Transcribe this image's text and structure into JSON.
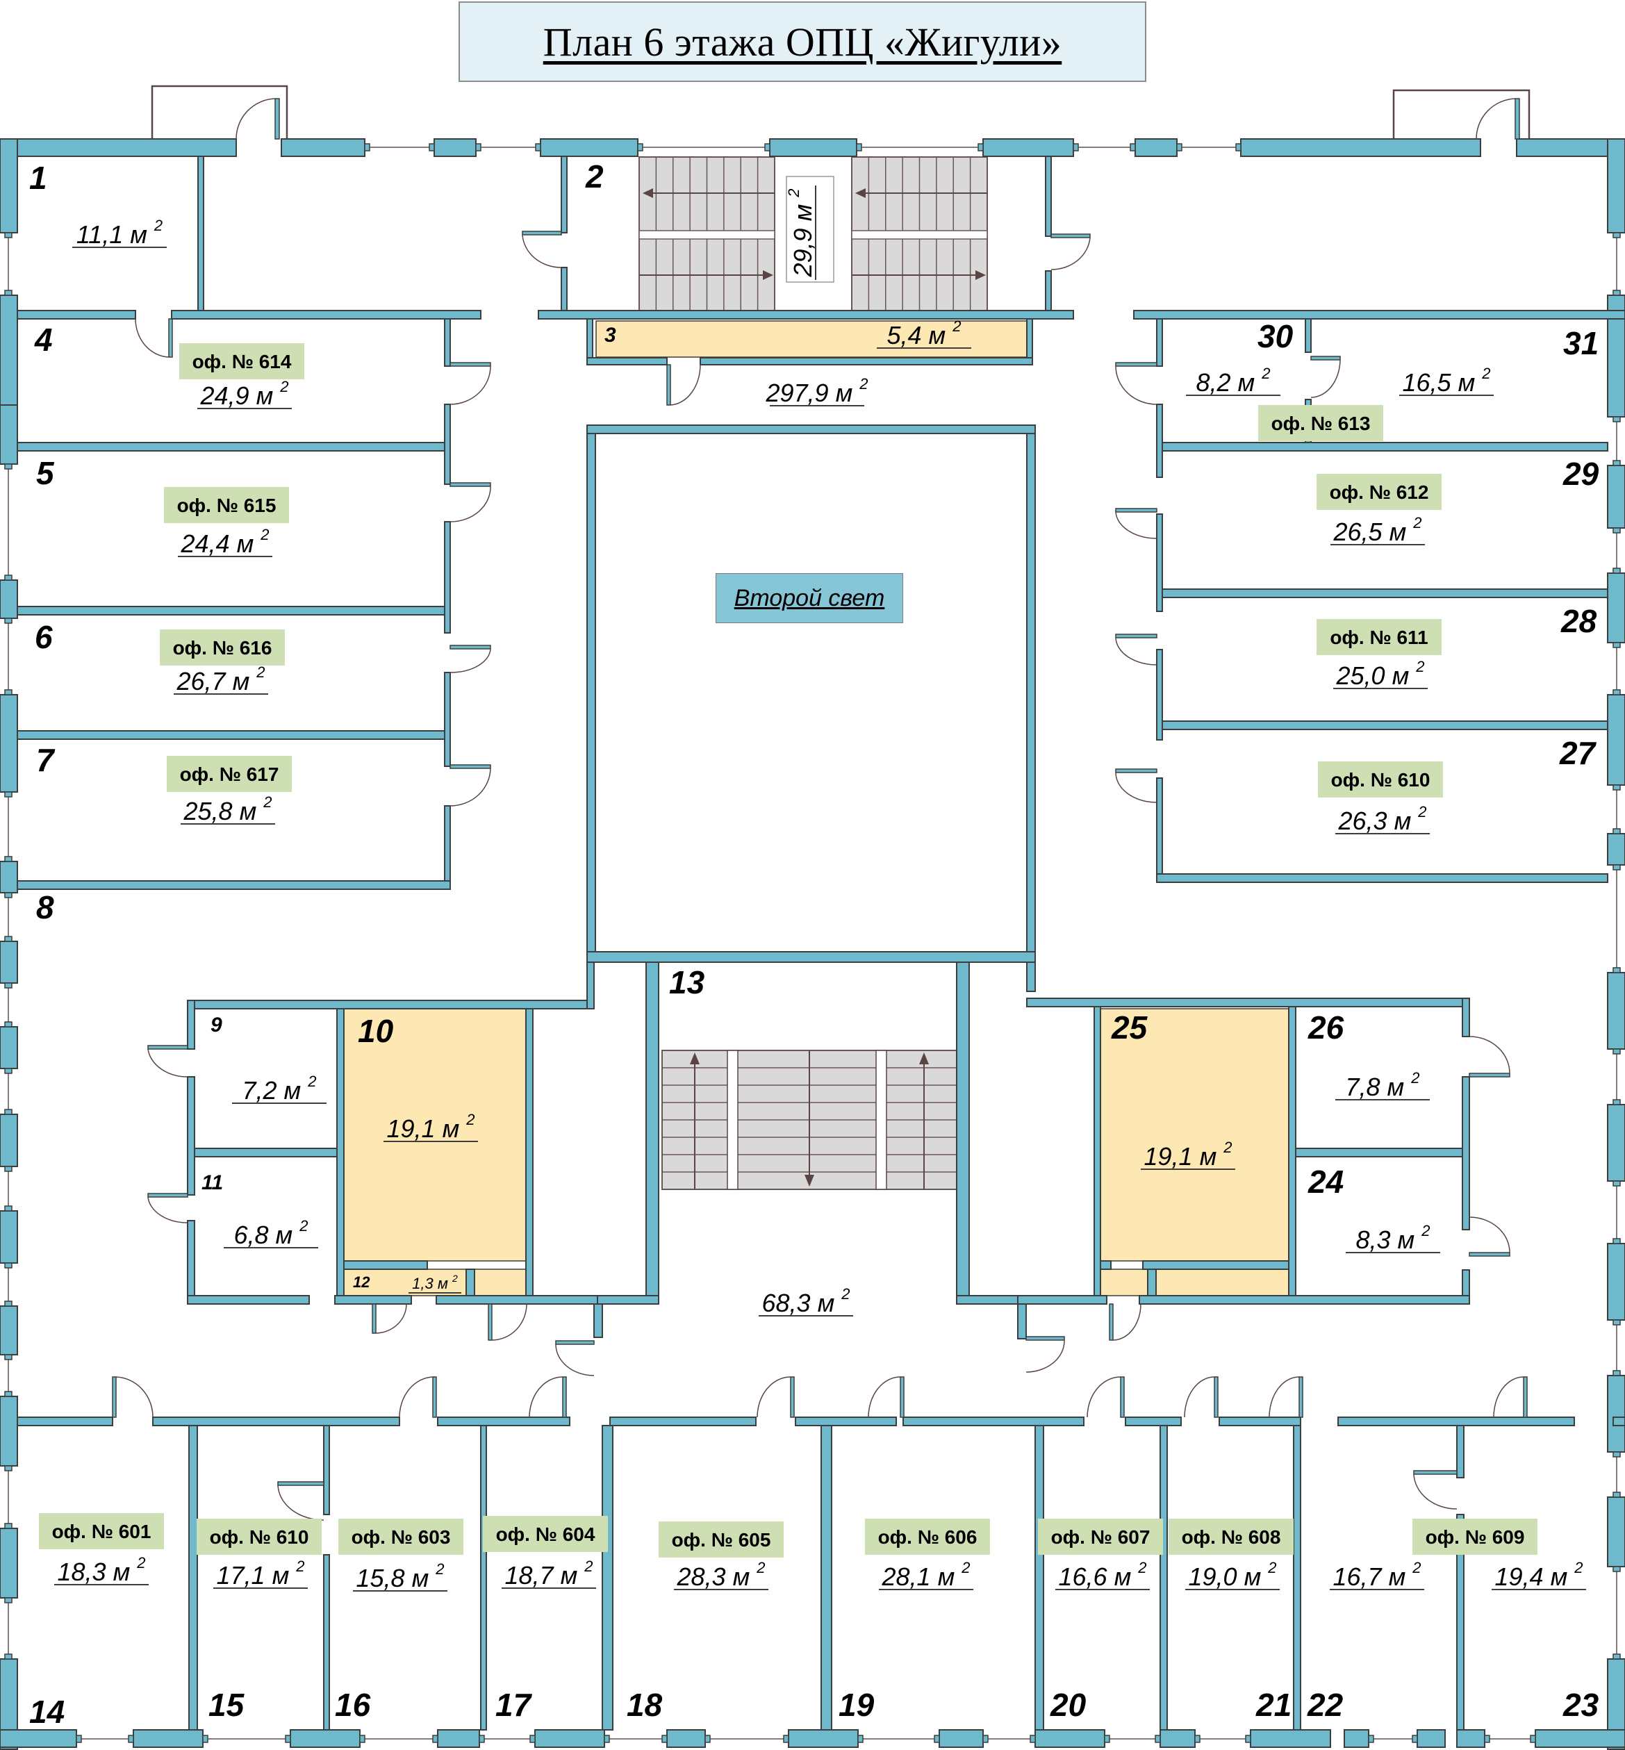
{
  "title": "План 6 этажа ОПЦ  «Жигули»",
  "second_light_label": "Второй свет",
  "area_unit": "м",
  "area_exponent": "2",
  "colors": {
    "wall": "#6fb9cc",
    "office_label_bg": "#cfdfb4",
    "highlight_room": "#fde7b3",
    "title_bg": "#e3f1f6",
    "second_light_bg": "#86c5d6",
    "stair": "#d9d9d9"
  },
  "rooms": [
    {
      "num": "1",
      "area": "11,1"
    },
    {
      "num": "2",
      "area": "29,9"
    },
    {
      "num": "3",
      "area": "5,4"
    },
    {
      "num": "4",
      "area": "24,9",
      "office": "оф. № 614"
    },
    {
      "num": "5",
      "area": "24,4",
      "office": "оф. № 615"
    },
    {
      "num": "6",
      "area": "26,7",
      "office": "оф. № 616"
    },
    {
      "num": "7",
      "area": "25,8",
      "office": "оф. № 617"
    },
    {
      "num": "8",
      "area": "297,9"
    },
    {
      "num": "9",
      "area": "7,2"
    },
    {
      "num": "10",
      "area": "19,1"
    },
    {
      "num": "11",
      "area": "6,8"
    },
    {
      "num": "12",
      "area": "1,3"
    },
    {
      "num": "13",
      "area": "68,3"
    },
    {
      "num": "14",
      "area": "18,3",
      "office": "оф. № 601"
    },
    {
      "num": "15",
      "area": "17,1",
      "office": "оф. № 610"
    },
    {
      "num": "16",
      "area": "15,8",
      "office": "оф. № 603"
    },
    {
      "num": "17",
      "area": "18,7",
      "office": "оф. № 604"
    },
    {
      "num": "18",
      "area": "28,3",
      "office": "оф. № 605"
    },
    {
      "num": "19",
      "area": "28,1",
      "office": "оф. № 606"
    },
    {
      "num": "20",
      "area": "16,6",
      "office": "оф. № 607"
    },
    {
      "num": "21",
      "area": "19,0",
      "office": "оф. № 608"
    },
    {
      "num": "22",
      "area": "16,7"
    },
    {
      "num": "23",
      "area": "19,4",
      "office": "оф. № 609"
    },
    {
      "num": "24",
      "area": "8,3"
    },
    {
      "num": "25",
      "area": "19,1"
    },
    {
      "num": "26",
      "area": "7,8"
    },
    {
      "num": "27",
      "area": "26,3",
      "office": "оф. № 610"
    },
    {
      "num": "28",
      "area": "25,0",
      "office": "оф. № 611"
    },
    {
      "num": "29",
      "area": "26,5",
      "office": "оф. № 612"
    },
    {
      "num": "30",
      "area": "8,2",
      "office": "оф. № 613"
    },
    {
      "num": "31",
      "area": "16,5"
    }
  ]
}
